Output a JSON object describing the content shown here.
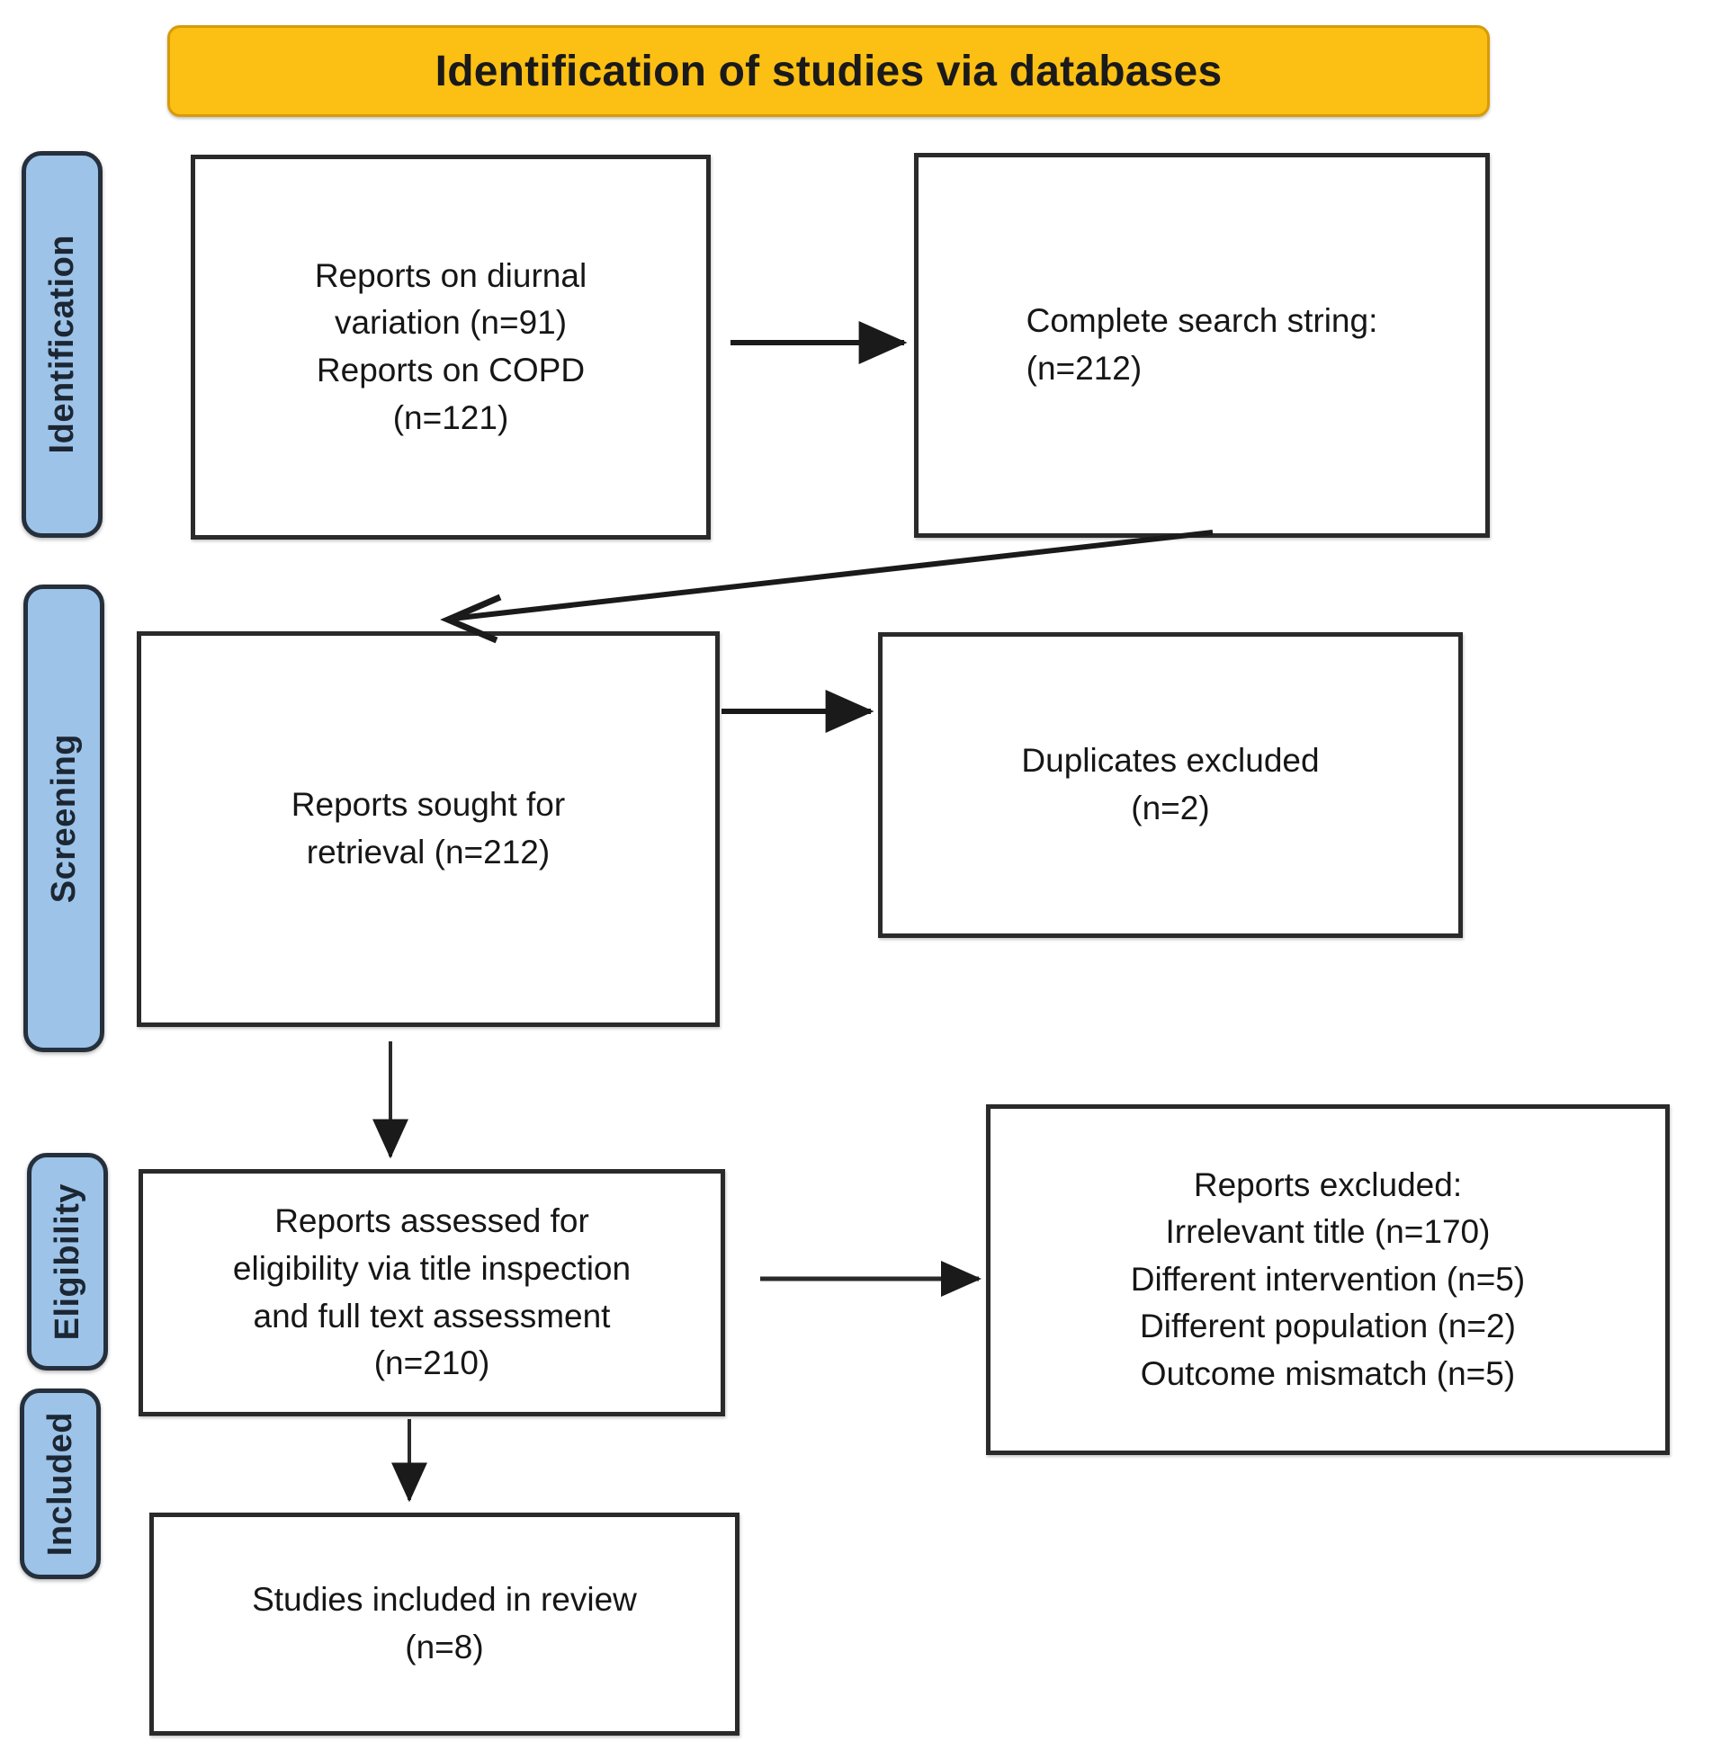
{
  "banner": {
    "title": "Identification of studies via databases",
    "color": "#FCBF14"
  },
  "stages": [
    {
      "key": "identification",
      "label": "Identification"
    },
    {
      "key": "screening",
      "label": "Screening"
    },
    {
      "key": "eligibility",
      "label": "Eligibility"
    },
    {
      "key": "included",
      "label": "Included"
    }
  ],
  "stage_color": "#9DC3E9",
  "boxes": {
    "reports_found": "Reports on diurnal\nvariation (n=91)\nReports on COPD\n(n=121)",
    "search_string": "Complete search string:\n(n=212)",
    "sought": "Reports sought for\nretrieval (n=212)",
    "duplicates": "Duplicates excluded\n(n=2)",
    "assessed": "Reports assessed for\neligibility via title inspection\nand full text assessment\n(n=210)",
    "excluded": "Reports excluded:\nIrrelevant title (n=170)\nDifferent intervention (n=5)\nDifferent population (n=2)\nOutcome mismatch (n=5)",
    "included": "Studies included in review\n(n=8)"
  },
  "connectors": [
    {
      "key": "found-to-search",
      "from": "reports_found",
      "to": "search_string",
      "style": "solid-arrow-right"
    },
    {
      "key": "search-to-sought",
      "from": "search_string",
      "to": "sought",
      "style": "diagonal-open-arrow-left"
    },
    {
      "key": "sought-to-duplicates",
      "from": "sought",
      "to": "duplicates",
      "style": "solid-arrow-right"
    },
    {
      "key": "sought-to-assessed",
      "from": "sought",
      "to": "assessed",
      "style": "solid-arrow-down"
    },
    {
      "key": "assessed-to-excluded",
      "from": "assessed",
      "to": "excluded",
      "style": "solid-arrow-right"
    },
    {
      "key": "assessed-to-included",
      "from": "assessed",
      "to": "included",
      "style": "solid-arrow-down"
    }
  ]
}
